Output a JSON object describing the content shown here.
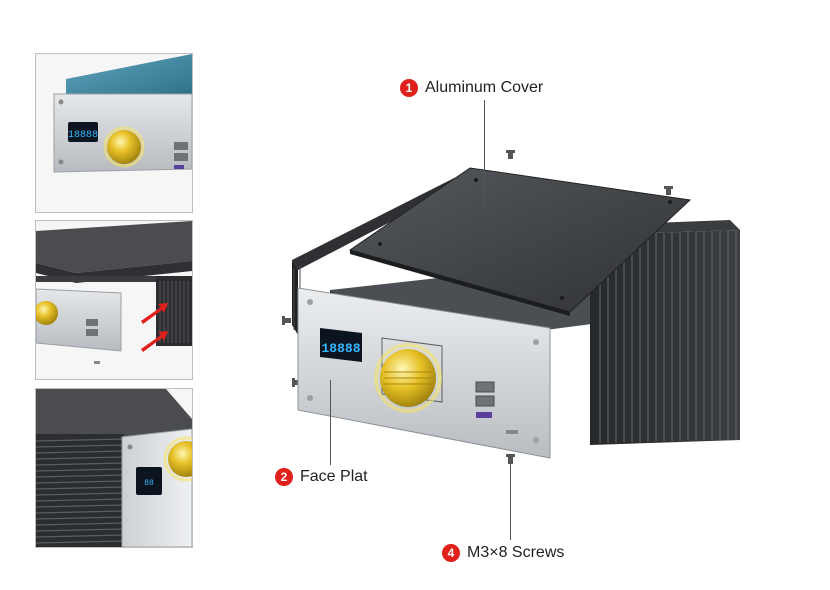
{
  "callouts": [
    {
      "number": "1",
      "label": "Aluminum Cover"
    },
    {
      "number": "2",
      "label": "Face Plat"
    },
    {
      "number": "4",
      "label": "M3×8 Screws"
    }
  ],
  "display_readout": "18888",
  "colors": {
    "badge": "#e0201b",
    "aluminum": "#c9ccd0",
    "dark_body": "#3a3c3f",
    "knob_gold": "#d8b21c",
    "display_blue": "#36b6ff",
    "arrow_red": "#e0201b"
  }
}
